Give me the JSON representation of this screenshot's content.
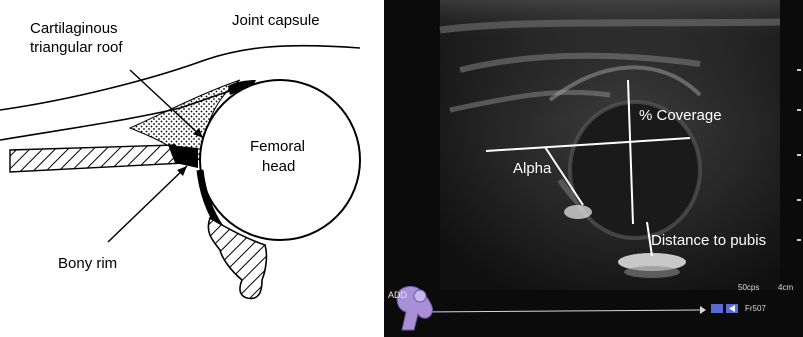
{
  "diagram": {
    "labels": {
      "cartilaginous_roof_line1": "Cartilaginous",
      "cartilaginous_roof_line2": "triangular roof",
      "joint_capsule": "Joint capsule",
      "femoral_head_line1": "Femoral",
      "femoral_head_line2": "head",
      "bony_rim": "Bony rim"
    }
  },
  "ultrasound": {
    "labels": {
      "coverage": "% Coverage",
      "alpha": "Alpha",
      "distance_to_pubis": "Distance to pubis"
    },
    "overlay": {
      "add_label": "ADD",
      "frame_rate": "50cps",
      "depth": "4cm",
      "frame": "Fr507"
    },
    "colors": {
      "background": "#0b0b0b",
      "measurement_lines": "#ffffff",
      "marker_icon": "#a98fd6"
    }
  }
}
